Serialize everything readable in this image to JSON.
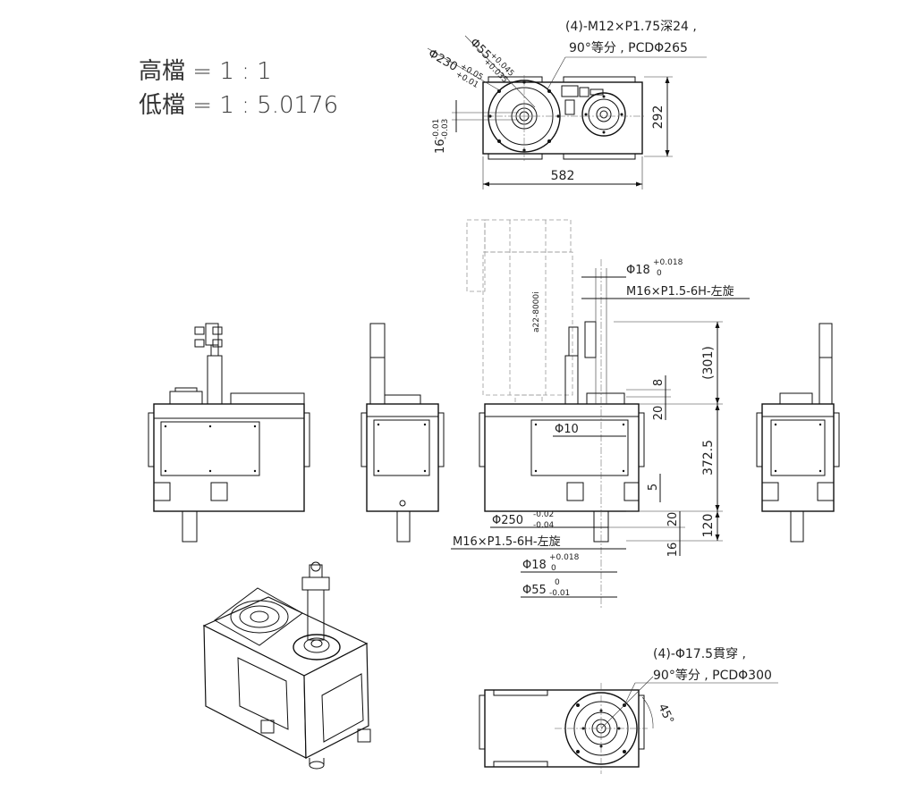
{
  "ratios": {
    "high": "高檔 = 1 : 1",
    "low": "低檔 = 1 : 5.0176"
  },
  "top_view": {
    "note_line1": "(4)-M12×P1.75深24 ,",
    "note_line2": "90°等分 , PCDΦ265",
    "dia55_base": "Φ55",
    "dia55_tol_upper": "+0.045",
    "dia55_tol_lower": "+0.035",
    "dia230_base": "Φ230",
    "dia230_tol_upper": "+0.05",
    "dia230_tol_lower": "+0.01",
    "key_base": "16",
    "key_tol_upper": "-0.01",
    "key_tol_lower": "-0.03",
    "width": "582",
    "height": "292"
  },
  "front_view": {
    "motor_label": "a22-8000i",
    "shaft_dia_base": "Φ18",
    "shaft_dia_tol_upper": "+0.018",
    "shaft_dia_tol_lower": "0",
    "thread_top": "M16×P1.5-6H-左旋",
    "dim_301": "(301)",
    "dim_8": "8",
    "dim_20_top": "20",
    "dim_phi10": "Φ10",
    "dim_372_5": "372.5",
    "dim_5": "5",
    "dim_20_bottom": "20",
    "dim_120": "120",
    "dim_16": "16",
    "flange_dia_base": "Φ250",
    "flange_dia_tol_upper": "-0.02",
    "flange_dia_tol_lower": "-0.04",
    "thread_bottom": "M16×P1.5-6H-左旋",
    "bottom_shaft_base": "Φ18",
    "bottom_shaft_tol_upper": "+0.018",
    "bottom_shaft_tol_lower": "0",
    "bottom_dia55_base": "Φ55",
    "bottom_dia55_tol_upper": "0",
    "bottom_dia55_tol_lower": "-0.01"
  },
  "bottom_view": {
    "note_line1": "(4)-Φ17.5貫穿 ,",
    "note_line2": "90°等分 , PCDΦ300",
    "angle": "45°"
  }
}
